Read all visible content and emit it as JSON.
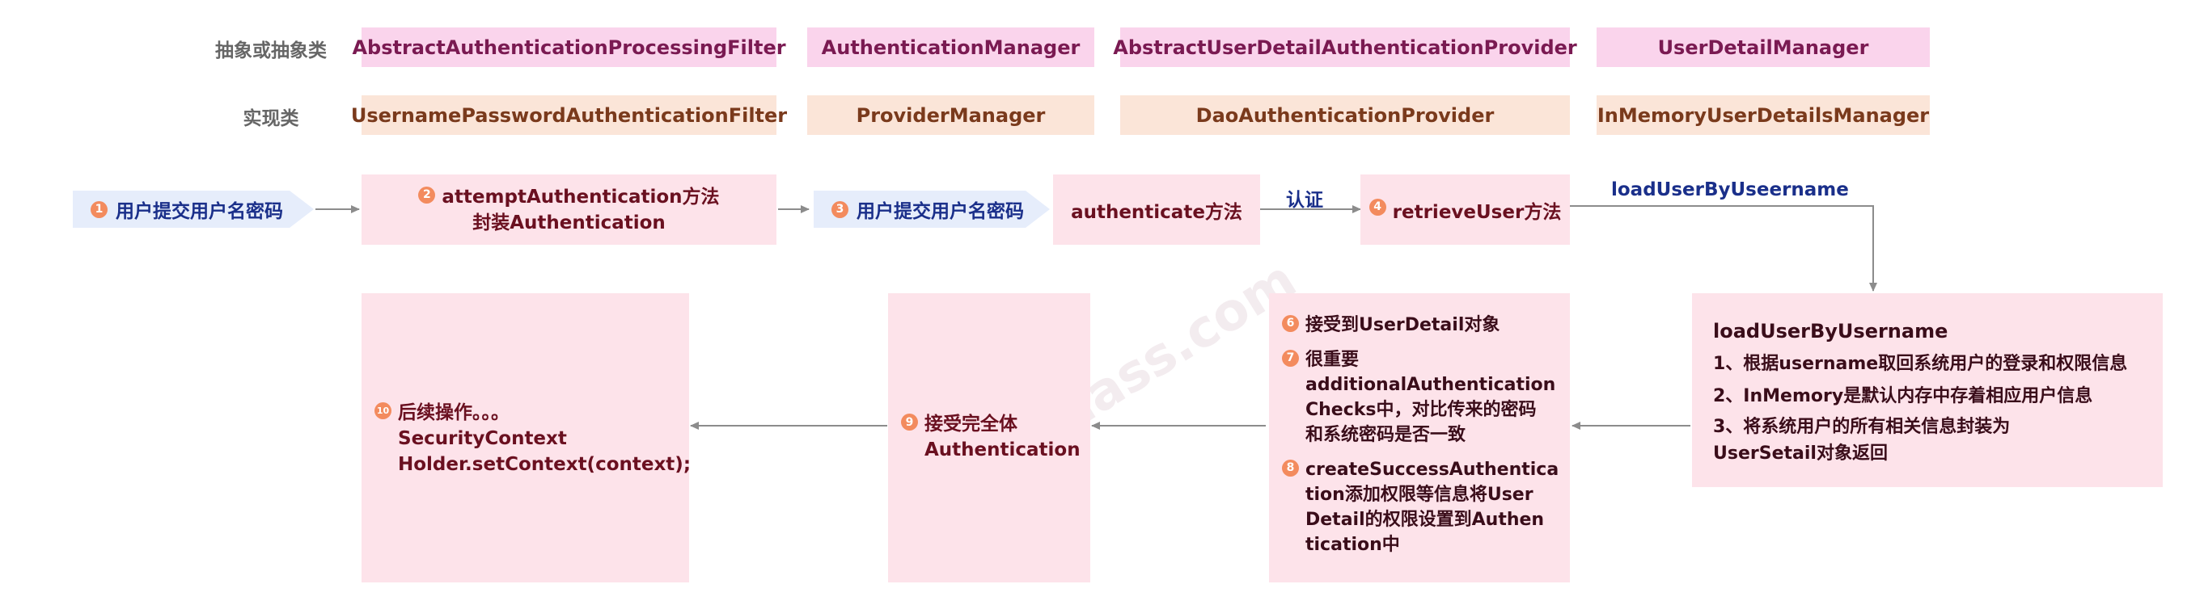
{
  "rows": {
    "abstract_label": "抽象或抽象类",
    "impl_label": "实现类"
  },
  "abstract_classes": [
    "AbstractAuthenticationProcessingFilter",
    "AuthenticationManager",
    "AbstractUserDetailAuthenticationProvider",
    "UserDetailManager"
  ],
  "impl_classes": [
    "UsernamePasswordAuthenticationFilter",
    "ProviderManager",
    "DaoAuthenticationProvider",
    "InMemoryUserDetailsManager"
  ],
  "flow": {
    "step1": {
      "num": "1",
      "text": "用户提交用户名密码"
    },
    "step2": {
      "num": "2",
      "line1": "attemptAuthentication方法",
      "line2": "封装Authentication"
    },
    "step3": {
      "num": "3",
      "text": "用户提交用户名密码"
    },
    "authenticate": "authenticate方法",
    "auth_label": "认证",
    "step4": {
      "num": "4",
      "text": "retrieveUser方法"
    },
    "load_label": "loadUserByUseername"
  },
  "load_box": {
    "title": "loadUserByUsername",
    "items": [
      "1、根据username取回系统用户的登录和权限信息",
      "2、InMemory是默认内存中存着相应用户信息",
      "3、将系统用户的所有相关信息封装为",
      "UserSetail对象返回"
    ]
  },
  "check_box": {
    "step6": {
      "num": "6",
      "text": "接受到UserDetail对象"
    },
    "step7": {
      "num": "7",
      "lines": [
        "很重要",
        "additionalAuthentication",
        "Checks中，对比传来的密码",
        "和系统密码是否一致"
      ]
    },
    "step8": {
      "num": "8",
      "lines": [
        "createSuccessAuthentica",
        "tion添加权限等信息将User",
        "Detail的权限设置到Authen",
        "tication中"
      ]
    }
  },
  "step9": {
    "num": "9",
    "line1": "接受完全体",
    "line2": "Authentication"
  },
  "step10": {
    "num": "10",
    "line1": "后续操作。。。",
    "line2": "SecurityContext",
    "line3": "Holder.setContext(context);"
  },
  "colors": {
    "abstract_bg": "#fad4ec",
    "impl_bg": "#fbe5d8",
    "box_bg": "#fde3ea",
    "chevron_bg": "#e6edfb",
    "number_badge": "#f38b5e",
    "arrow": "#8c8c8c",
    "label_blue": "#1a2f8a"
  },
  "watermark": "yourclass.com"
}
